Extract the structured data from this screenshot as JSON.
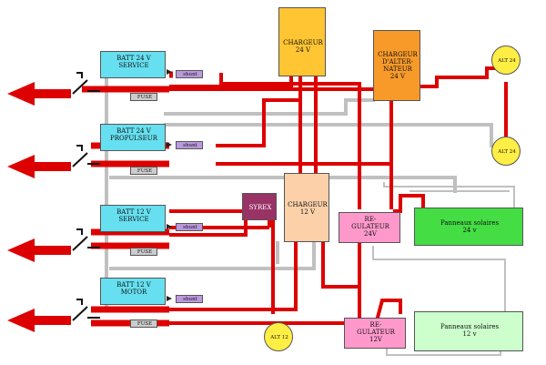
{
  "components": {
    "batt24_service": {
      "line1": "BATT 24 V",
      "line2": "SERVICE",
      "color": "#66e0f0"
    },
    "batt24_propulseur": {
      "line1": "BATT 24 V",
      "line2": "PROPULSEUR",
      "color": "#66e0f0"
    },
    "batt12_service": {
      "line1": "BATT 12 V",
      "line2": "SERVICE",
      "color": "#66e0f0"
    },
    "batt12_motor": {
      "line1": "BATT 12 V",
      "line2": "MOTOR",
      "color": "#66e0f0"
    },
    "chargeur24": {
      "line1": "CHARGEUR",
      "line2": "24 V",
      "color": "#ffc533"
    },
    "chargeur_alt": {
      "line1": "CHARGEUR",
      "line2": "D'ALTER-",
      "line3": "NATEUR",
      "line4": "24 V",
      "color": "#f79a2a"
    },
    "chargeur12": {
      "line1": "CHARGEUR",
      "line2": "12 V",
      "color": "#fcd0a8"
    },
    "syrex": {
      "line1": "SYREX",
      "color": "#993366"
    },
    "regulateur24": {
      "line1": "RE-",
      "line2": "GULATEUR",
      "line3": "24V",
      "color": "#ff99cc"
    },
    "regulateur12": {
      "line1": "RE-",
      "line2": "GULATEUR",
      "line3": "12V",
      "color": "#ff99cc"
    },
    "panneaux24": {
      "line1": "Panneaux solaires",
      "line2": "24 v",
      "color": "#44dd44"
    },
    "panneaux12": {
      "line1": "Panneaux solaires",
      "line2": "12 v",
      "color": "#ccffcc"
    },
    "alt24_top": {
      "label": "ALT 24",
      "color": "#ffee44"
    },
    "alt24_bottom": {
      "label": "ALT 24",
      "color": "#ffee44"
    },
    "alt12": {
      "label": "ALT 12",
      "color": "#ffee44"
    }
  },
  "shunt_label": "shunt",
  "fuse_label": "FUSE",
  "colors": {
    "power_wire": "#dd0000",
    "bus_wire": "#bbbbbb",
    "shunt": "#bb99dd",
    "fuse": "#cccccc"
  }
}
